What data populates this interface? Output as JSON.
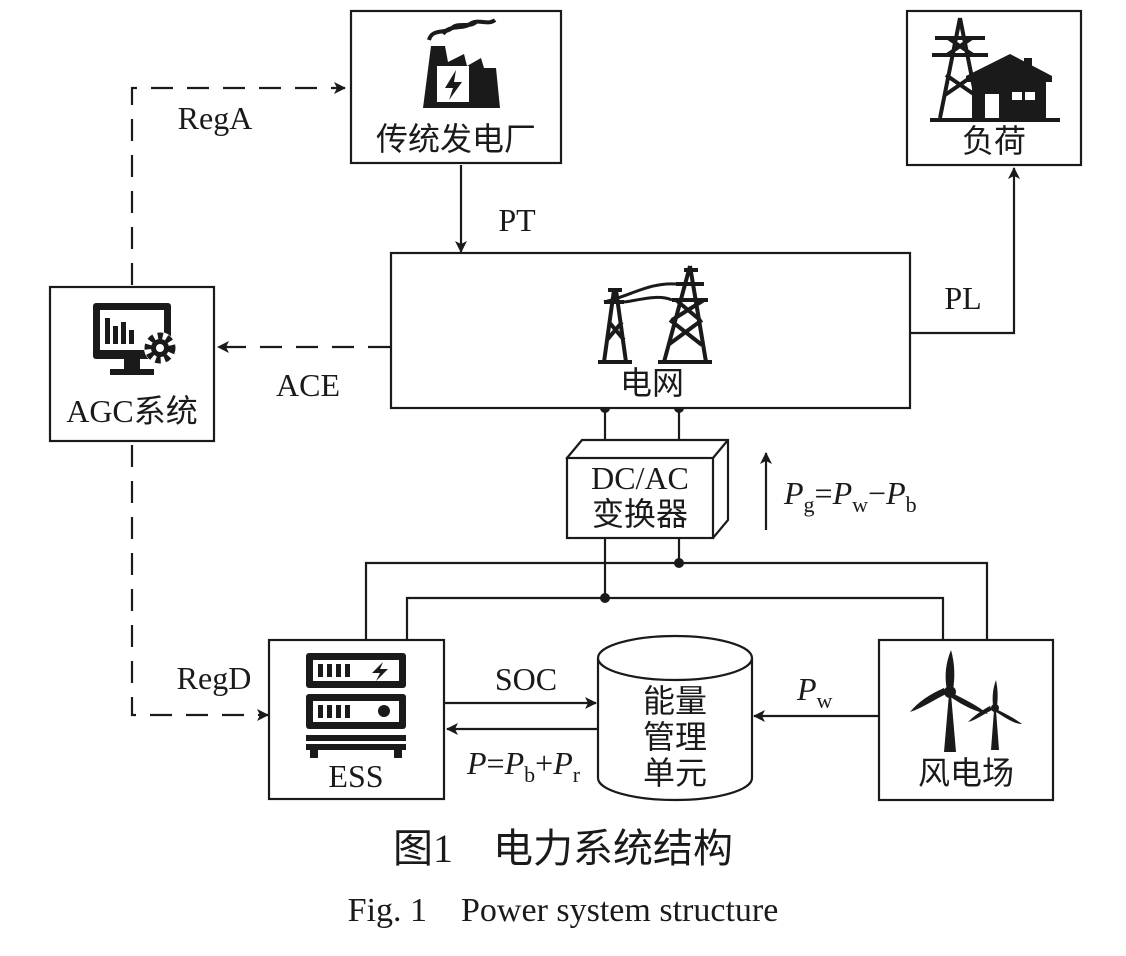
{
  "nodes": {
    "plant": "传统发电厂",
    "load": "负荷",
    "agc": "AGC系统",
    "grid": "电网",
    "converter_line1": "DC/AC",
    "converter_line2": "变换器",
    "ess": "ESS",
    "ems_line1": "能量",
    "ems_line2": "管理",
    "ems_line3": "单元",
    "wind": "风电场"
  },
  "signals": {
    "rega": "RegA",
    "regd": "RegD",
    "pt": "PT",
    "pl": "PL",
    "ace": "ACE",
    "soc": "SOC",
    "pg_P": "P",
    "pg_sub": "g",
    "pg_eq": "=",
    "pg_P2": "P",
    "pg_sub2": "w",
    "pg_minus": "−",
    "pg_P3": "P",
    "pg_sub3": "b",
    "p_P": "P",
    "p_eq": "=",
    "p_P2": "P",
    "p_sub2": "b",
    "p_plus": "+",
    "p_P3": "P",
    "p_sub3": "r",
    "pw_P": "P",
    "pw_sub": "w"
  },
  "caption": {
    "cn": "图1　电力系统结构",
    "en": "Fig. 1　Power system structure"
  },
  "icons": [
    "power-plant-icon",
    "house-tower-icon",
    "monitor-gear-icon",
    "transmission-tower-icon",
    "battery-rack-icon",
    "wind-turbine-icon"
  ]
}
